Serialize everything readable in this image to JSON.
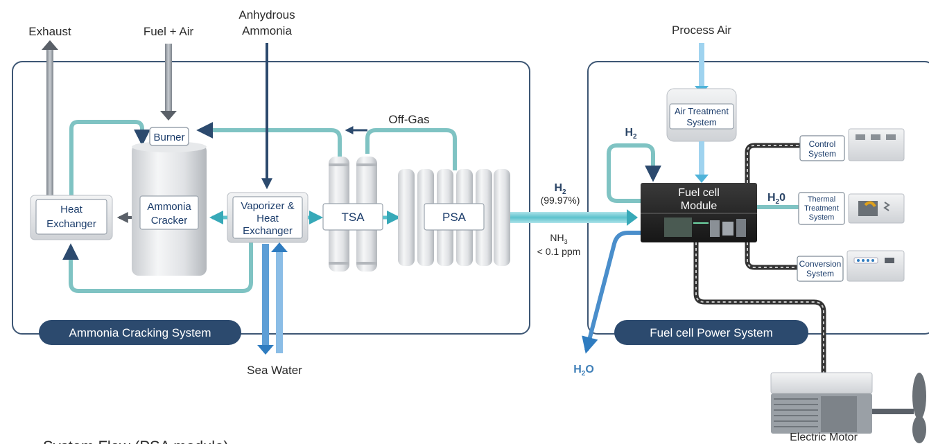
{
  "labels": {
    "exhaust": "Exhaust",
    "fuel_air": "Fuel + Air",
    "anhydrous_line1": "Anhydrous",
    "anhydrous_line2": "Ammonia",
    "process_air": "Process Air",
    "off_gas": "Off-Gas",
    "sea_water": "Sea Water",
    "electric_motor": "Electric Motor",
    "footer_caption": "System Flow (PSA module)"
  },
  "ammonia_system": {
    "title": "Ammonia Cracking System",
    "burner": "Burner",
    "heat_exchanger_line1": "Heat",
    "heat_exchanger_line2": "Exchanger",
    "cracker_line1": "Ammonia",
    "cracker_line2": "Cracker",
    "vaporizer_line1": "Vaporizer &",
    "vaporizer_line2": "Heat",
    "vaporizer_line3": "Exchanger",
    "tsa": "TSA",
    "psa": "PSA"
  },
  "transfer": {
    "h2": "H",
    "h2_sub": "2",
    "purity": "(99.97%)",
    "nh3": "NH",
    "nh3_sub": "3",
    "nh3_limit": "< 0.1 ppm",
    "h2o": "H",
    "h2o_sub": "2",
    "h2o_o": "O"
  },
  "fuel_cell_system": {
    "title": "Fuel cell Power System",
    "air_treatment_line1": "Air Treatment",
    "air_treatment_line2": "System",
    "h2_recycle": "H",
    "h2_recycle_sub": "2",
    "module_line1": "Fuel cell",
    "module_line2": "Module",
    "h2o_label": "H",
    "h2o_label_sub": "2",
    "h2o_label_o": "0",
    "control_line1": "Control",
    "control_line2": "System",
    "thermal_line1": "Thermal",
    "thermal_line2": "Treatment",
    "thermal_line3": "System",
    "conversion_line1": "Conversion",
    "conversion_line2": "System"
  },
  "colors": {
    "panel_border": "#3d5674",
    "banner": "#2c4a6e",
    "teal_flow": "#5cbfc6",
    "blue_flow": "#4a8ecb",
    "dark_flow": "#2c4a6e",
    "gray_flow": "#8d939b"
  }
}
